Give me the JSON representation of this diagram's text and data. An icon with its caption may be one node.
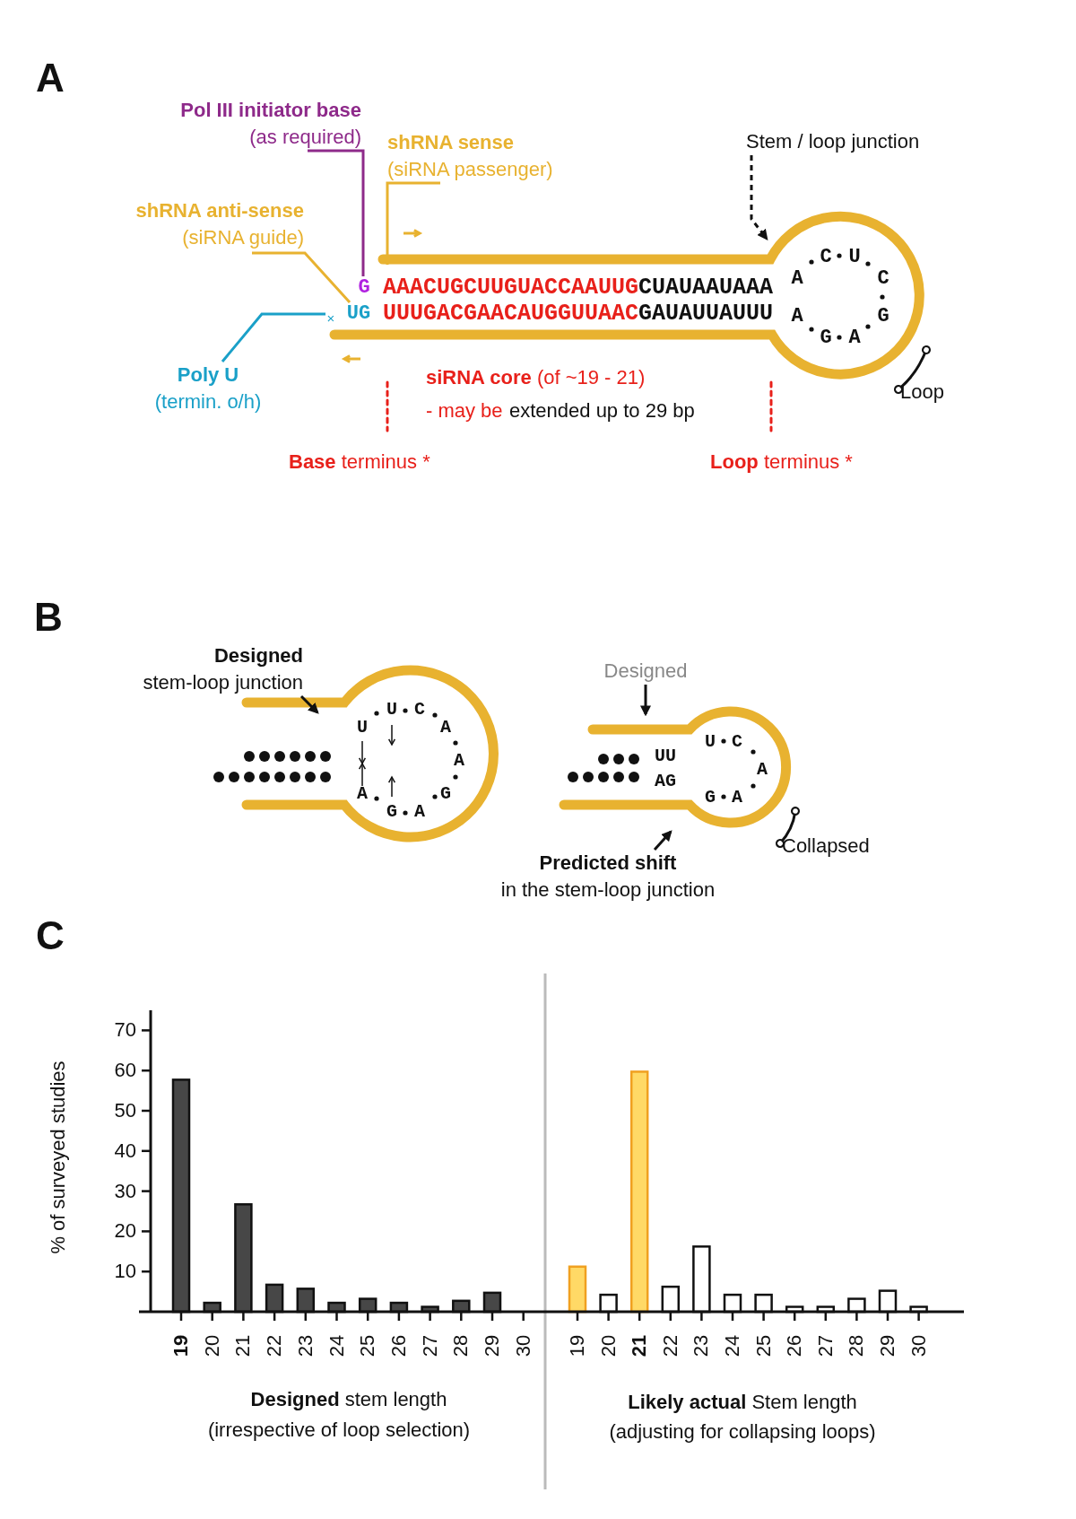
{
  "diagram": {
    "nodes": [
      {
        "text": [
          "Pol III initiator base",
          "(as required)"
        ]
      },
      {
        "text": [
          "shRNA sense",
          "(siRNA passenger)"
        ]
      },
      {
        "text": [
          "Stem / loop junction"
        ]
      },
      {
        "text": [
          "shRNA anti-sense",
          "(siRNA guide)"
        ]
      },
      {
        "text": [
          "G"
        ],
        "in": 10
      },
      {
        "text": [
          "AAACUGCUUGUACCAAUUG",
          "CUAUAAUAAA"
        ],
        "in": 10
      },
      {
        "text": [
          "Poly U",
          "(termin. o/h)"
        ]
      },
      {
        "text": [
          "×"
        ],
        "in": 10
      },
      {
        "text": [
          "UG"
        ],
        "in": 10
      },
      {
        "text": [
          "UUUGACGAACAUGGUUAAC",
          "GAUAUUAUUU"
        ],
        "in": 10
      },
      {
        "text": [],
        "shape": "hairpin"
      },
      {
        "text": [
          "Loop"
        ]
      },
      {
        "text": [
          "Designed",
          "stem-loop junction"
        ]
      },
      {
        "text": [],
        "shape": "hairpin"
      },
      {
        "text": [
          "Designed"
        ]
      },
      {
        "text": [],
        "shape": "hairpin"
      },
      {
        "text": [
          "Predicted shift",
          "in the stem-loop junction"
        ]
      },
      {
        "text": [
          "Collapsed"
        ]
      }
    ],
    "edges": [
      {
        "from": 0,
        "to": 4,
        "arrow": "none",
        "color": "#8e2a8a"
      },
      {
        "from": 1,
        "to": 5,
        "arrow": "none",
        "color": "#e8b230"
      },
      {
        "from": 3,
        "to": 8,
        "arrow": "none",
        "color": "#e8b230"
      },
      {
        "from": 6,
        "to": 7,
        "arrow": "none",
        "color": "#1aa0c8"
      },
      {
        "from": 2,
        "to": 10,
        "arrow": "to",
        "style": "dashed"
      },
      {
        "from": 11,
        "to": 10,
        "arrow": "other"
      },
      {
        "from": 12,
        "to": 13,
        "arrow": "to"
      },
      {
        "from": 14,
        "to": 15,
        "arrow": "to"
      },
      {
        "from": 16,
        "to": 15,
        "arrow": "to"
      },
      {
        "from": 17,
        "to": 15,
        "arrow": "other"
      }
    ],
    "labels": [
      "A",
      "C",
      "U",
      "A",
      "C",
      "A",
      "G",
      "G",
      "A",
      "**siRNA core** (of ~19 - 21)",
      "- may be",
      "extended up to 29 bp",
      "**Base** terminus *",
      "**Loop** terminus *",
      "B",
      "U",
      "C",
      "U",
      "A",
      "A",
      "A",
      "G",
      "G",
      "A",
      "U",
      "C",
      "UU",
      "A",
      "AG",
      "G",
      "A",
      "C",
      "**Designed** stem length",
      "(irrespective of loop selection)",
      "**Likely actual** Stem length",
      "(adjusting for collapsing loops)"
    ],
    "chart_data": {
      "type": "bar",
      "ylabel": "% of surveyed studies",
      "ylim": [
        0,
        75
      ],
      "yticks": [
        10,
        20,
        30,
        40,
        50,
        60,
        70
      ],
      "categories": [
        "**19**",
        "20",
        "21",
        "22",
        "23",
        "24",
        "25",
        "26",
        "27",
        "28",
        "29",
        "30",
        "19",
        "20",
        "**21**",
        "22",
        "23",
        "24",
        "25",
        "26",
        "27",
        "28",
        "29",
        "30"
      ],
      "series": [
        {
          "color": "#474747",
          "values": [
            58,
            2.5,
            27,
            7,
            6,
            2.5,
            3.5,
            2.5,
            1.5,
            3,
            5,
            0,
            null,
            null,
            null,
            null,
            null,
            null,
            null,
            null,
            null,
            null,
            null,
            null
          ]
        },
        {
          "color": "#ffffff",
          "values": [
            null,
            null,
            null,
            null,
            null,
            null,
            null,
            null,
            null,
            null,
            null,
            null,
            null,
            4.5,
            null,
            6.5,
            16.5,
            4.5,
            4.5,
            1.5,
            1.5,
            3.5,
            5.5,
            1.5
          ]
        },
        {
          "color": "#ffd966",
          "values": [
            null,
            null,
            null,
            null,
            null,
            null,
            null,
            null,
            null,
            null,
            null,
            null,
            11.5,
            null,
            60,
            null,
            null,
            null,
            null,
            null,
            null,
            null,
            null,
            null
          ]
        }
      ]
    }
  }
}
